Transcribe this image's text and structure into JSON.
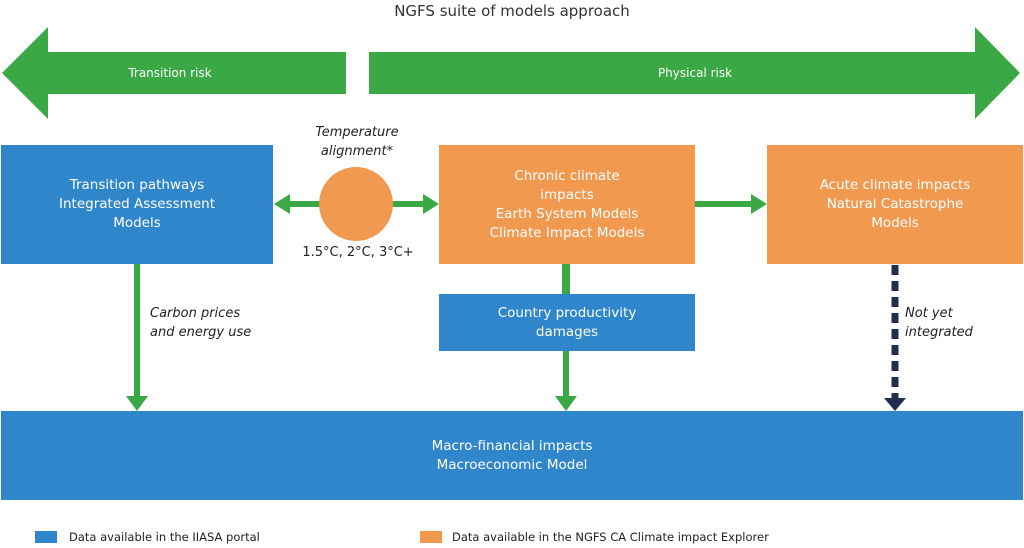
{
  "title": "NGFS suite of models approach",
  "arrows": {
    "transition_risk": "Transition risk",
    "physical_risk": "Physical risk"
  },
  "temperature": {
    "label_line1": "Temperature",
    "label_line2": "alignment*",
    "values": "1.5°C, 2°C, 3°C+"
  },
  "boxes": {
    "transition": [
      "Transition pathways",
      "Integrated Assessment",
      "Models"
    ],
    "chronic": [
      "Chronic climate",
      "impacts",
      "Earth System Models",
      "Climate Impact Models"
    ],
    "acute": [
      "Acute climate impacts",
      "Natural Catastrophe",
      "Models"
    ],
    "country": [
      "Country productivity",
      "damages"
    ],
    "macro": [
      "Macro-financial impacts",
      "Macroeconomic Model"
    ]
  },
  "labels": {
    "carbon_line1": "Carbon prices",
    "carbon_line2": "and energy use",
    "notyet_line1": "Not yet",
    "notyet_line2": "integrated"
  },
  "legend": {
    "blue": "Data available in the IIASA portal",
    "orange": "Data available in the NGFS CA Climate impact Explorer"
  },
  "colors": {
    "blue": "#2f86cb",
    "orange": "#f0994f",
    "green": "#3aa845",
    "navy": "#1f2d4f"
  }
}
